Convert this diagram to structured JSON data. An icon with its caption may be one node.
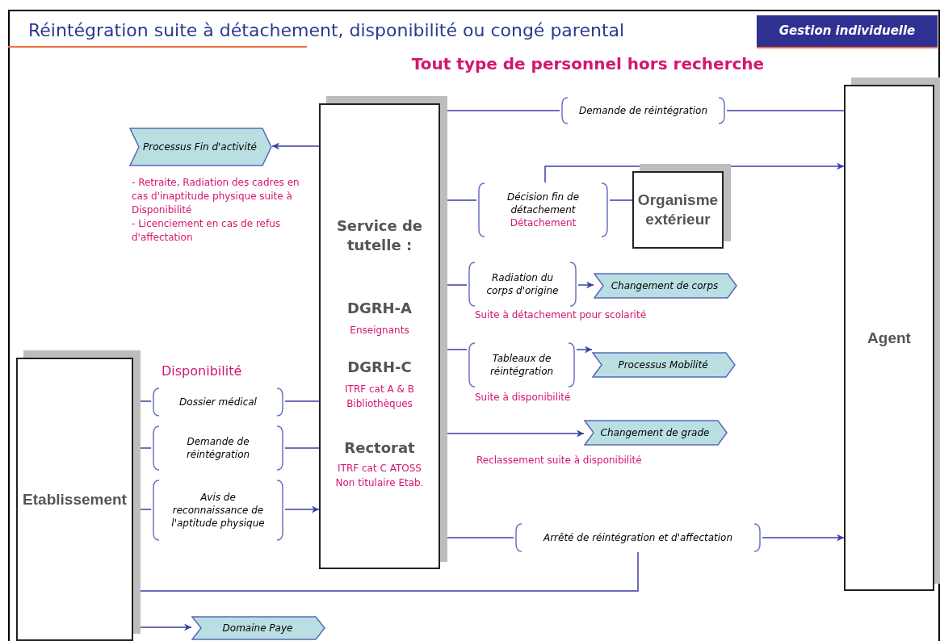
{
  "diagram": {
    "title": "Réintégration suite à détachement, disponibilité ou congé parental",
    "nodes": [
      {
        "text": [
          "Service de tutelle :",
          "DGRH-A",
          "Enseignants",
          "DGRH-C",
          "ITRF cat A & B Bibliothèques",
          "Rectorat",
          "ITRF cat C ATOSS Non titulaire Etab."
        ]
      },
      {
        "text": [
          "Agent"
        ]
      },
      {
        "text": [
          "Etablissement"
        ]
      },
      {
        "text": [
          "Organisme extérieur"
        ]
      },
      {
        "text": [
          "Demande de réintégration"
        ]
      },
      {
        "text": [
          "Processus Fin d'activité"
        ],
        "beside": [
          "- Retraite, Radiation des cadres en cas d'inaptitude physique suite à Disponibilité",
          "- Licenciement en cas de refus d'affectation"
        ]
      },
      {
        "text": [
          "Décision fin de détachement",
          "Détachement"
        ]
      },
      {
        "text": [
          "Radiation du corps d'origine"
        ],
        "beside": [
          "Suite à détachement pour scolarité"
        ]
      },
      {
        "text": [
          "Changement de corps"
        ]
      },
      {
        "text": [
          "Tableaux de réintégration"
        ],
        "beside": [
          "Suite à disponibilité"
        ]
      },
      {
        "text": [
          "Processus Mobilité"
        ]
      },
      {
        "text": [
          "Changement de grade"
        ],
        "beside": [
          "Reclassement suite à disponibilité"
        ]
      },
      {
        "text": [
          "Dossier médical"
        ]
      },
      {
        "text": [
          "Demande de réintégration"
        ]
      },
      {
        "text": [
          "Avis de reconnaissance de l'aptitude physique"
        ]
      },
      {
        "text": [
          "Arrêté de réintégration et d'affectation"
        ]
      },
      {
        "text": [
          "Domaine Paye"
        ]
      }
    ],
    "edges": [
      {
        "from": 1,
        "to": 4,
        "arrow": "none"
      },
      {
        "from": 4,
        "to": 0,
        "arrow": "to"
      },
      {
        "from": 0,
        "to": 5,
        "arrow": "to"
      },
      {
        "from": 3,
        "to": 6,
        "arrow": "none"
      },
      {
        "from": 6,
        "to": 0,
        "arrow": "to"
      },
      {
        "from": 6,
        "to": 1,
        "arrow": "to"
      },
      {
        "from": 0,
        "to": 7,
        "arrow": "none"
      },
      {
        "from": 7,
        "to": 8,
        "arrow": "to"
      },
      {
        "from": 0,
        "to": 9,
        "arrow": "none"
      },
      {
        "from": 9,
        "to": 10,
        "arrow": "to"
      },
      {
        "from": 0,
        "to": 11,
        "arrow": "to"
      },
      {
        "from": 0,
        "to": 12,
        "arrow": "none"
      },
      {
        "from": 12,
        "to": 2,
        "arrow": "to"
      },
      {
        "from": 0,
        "to": 13,
        "arrow": "none"
      },
      {
        "from": 13,
        "to": 2,
        "arrow": "to"
      },
      {
        "from": 2,
        "to": 14,
        "arrow": "none"
      },
      {
        "from": 14,
        "to": 0,
        "arrow": "to"
      },
      {
        "from": 0,
        "to": 15,
        "arrow": "none"
      },
      {
        "from": 15,
        "to": 1,
        "arrow": "to"
      },
      {
        "from": 15,
        "to": 2,
        "arrow": "to"
      },
      {
        "from": 2,
        "to": 16,
        "arrow": "to"
      }
    ],
    "labels": [
      "Gestion individuelle",
      "Tout type de personnel hors recherche",
      "Disponibilité"
    ]
  }
}
